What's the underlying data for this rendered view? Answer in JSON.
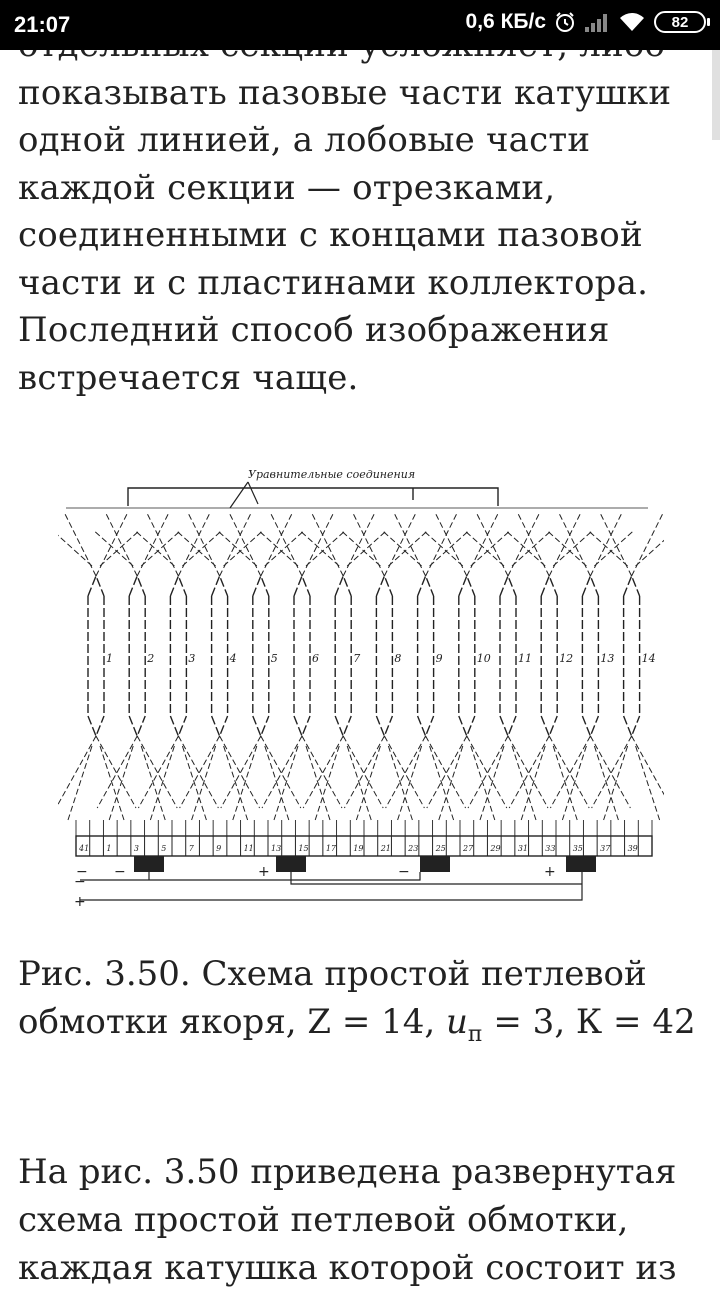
{
  "status_bar": {
    "time": "21:07",
    "net_speed": "0,6 КБ/с",
    "battery": "82",
    "icons": [
      "alarm-icon",
      "signal-icon",
      "wifi-icon",
      "battery-icon"
    ]
  },
  "article": {
    "paragraph1_lines": [
      "отдельных секции усложняет, либо",
      "показывать пазовые части катушки",
      "одной линией, а лобовые части",
      "каждой секции — отрезками,",
      "соединенными с концами пазовой",
      "части и с пластинами коллектора.",
      "Последний способ изображения",
      "встречается чаще."
    ],
    "figure": {
      "label": "Уравнительные соединения",
      "coil_numbers": [
        "1",
        "2",
        "3",
        "4",
        "5",
        "6",
        "7",
        "8",
        "9",
        "10",
        "11",
        "12",
        "13",
        "14"
      ],
      "commutator_labels": [
        "41",
        "1",
        "3",
        "5",
        "7",
        "9",
        "11",
        "13",
        "15",
        "17",
        "19",
        "21",
        "23",
        "25",
        "27",
        "29",
        "31",
        "33",
        "35",
        "37",
        "39"
      ],
      "brush_signs": [
        "−",
        "−",
        "+",
        "−",
        "+"
      ],
      "bottom_signs": [
        "−",
        "+"
      ]
    },
    "caption": {
      "part1": "Рис. 3.50. Схема простой петлевой",
      "part2": "обмотки якоря, Z = 14, ",
      "u_symbol": "u",
      "u_sub": "п",
      "part3": " = 3, К = 42"
    },
    "paragraph2_lines": [
      "На рис. 3.50 приведена развернутая",
      "схема простой петлевой обмотки,",
      "каждая катушка которой состоит из"
    ]
  }
}
